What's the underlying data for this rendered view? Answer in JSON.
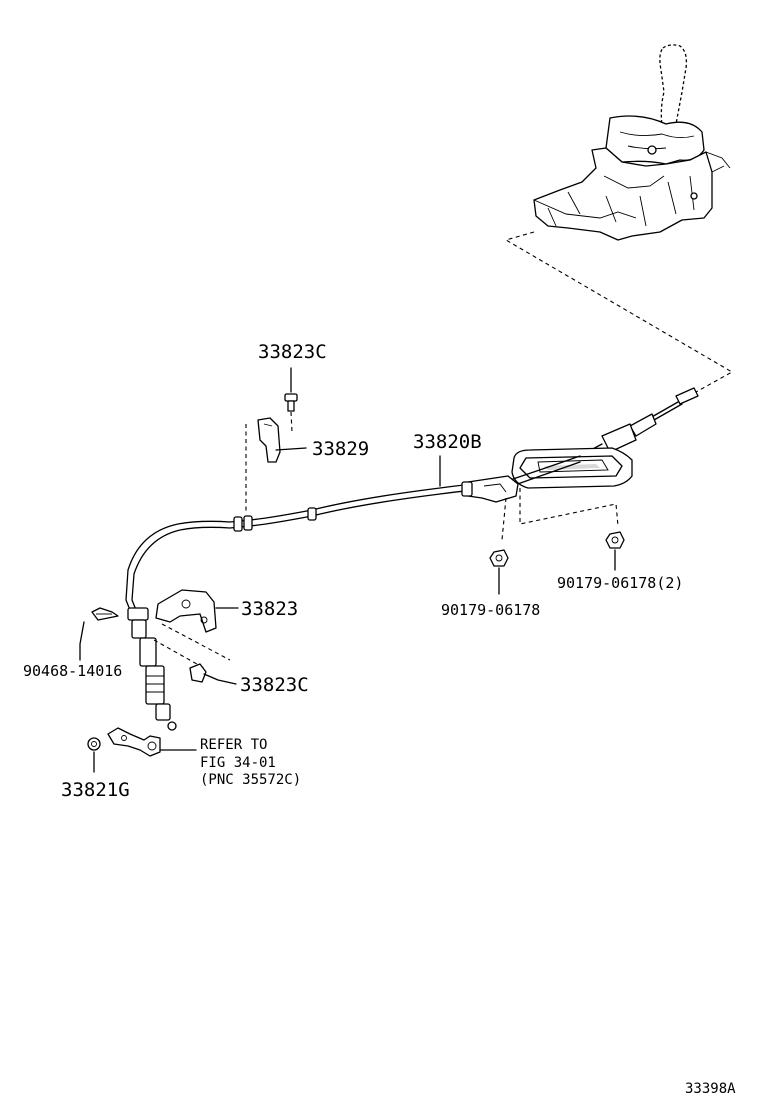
{
  "labels": {
    "bolt_top": "33823C",
    "clamp_top": "33829",
    "cable_assy": "33820B",
    "bracket": "33823",
    "bolt_lower": "33823C",
    "clip": "90468-14016",
    "nut_single": "90179-06178",
    "nut_double": "90179-06178(2)",
    "bushing": "33821G",
    "refer_line1": "REFER TO",
    "refer_line2": "FIG 34-01",
    "refer_line3": "(PNC 35572C)"
  },
  "figure_id": "33398A"
}
